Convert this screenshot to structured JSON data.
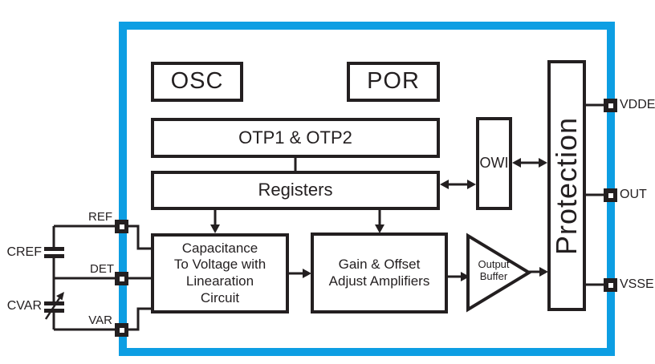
{
  "chip": {
    "blocks": {
      "osc": "OSC",
      "por": "POR",
      "otp": "OTP1 & OTP2",
      "registers": "Registers",
      "owi": "OWI",
      "protection": "Protection",
      "c2v": "Capacitance\nTo Voltage with\nLinearation\nCircuit",
      "gain": "Gain & Offset\nAdjust Amplifiers",
      "buffer": "Output\nBuffer"
    },
    "pins": {
      "vdde": "VDDE",
      "out": "OUT",
      "vsse": "VSSE",
      "ref": "REF",
      "det": "DET",
      "var": "VAR"
    },
    "external": {
      "cref": "CREF",
      "cvar": "CVAR"
    },
    "colors": {
      "chip_border": "#0d9ee3",
      "line": "#231f20",
      "block_fill": "#ffffff"
    }
  }
}
